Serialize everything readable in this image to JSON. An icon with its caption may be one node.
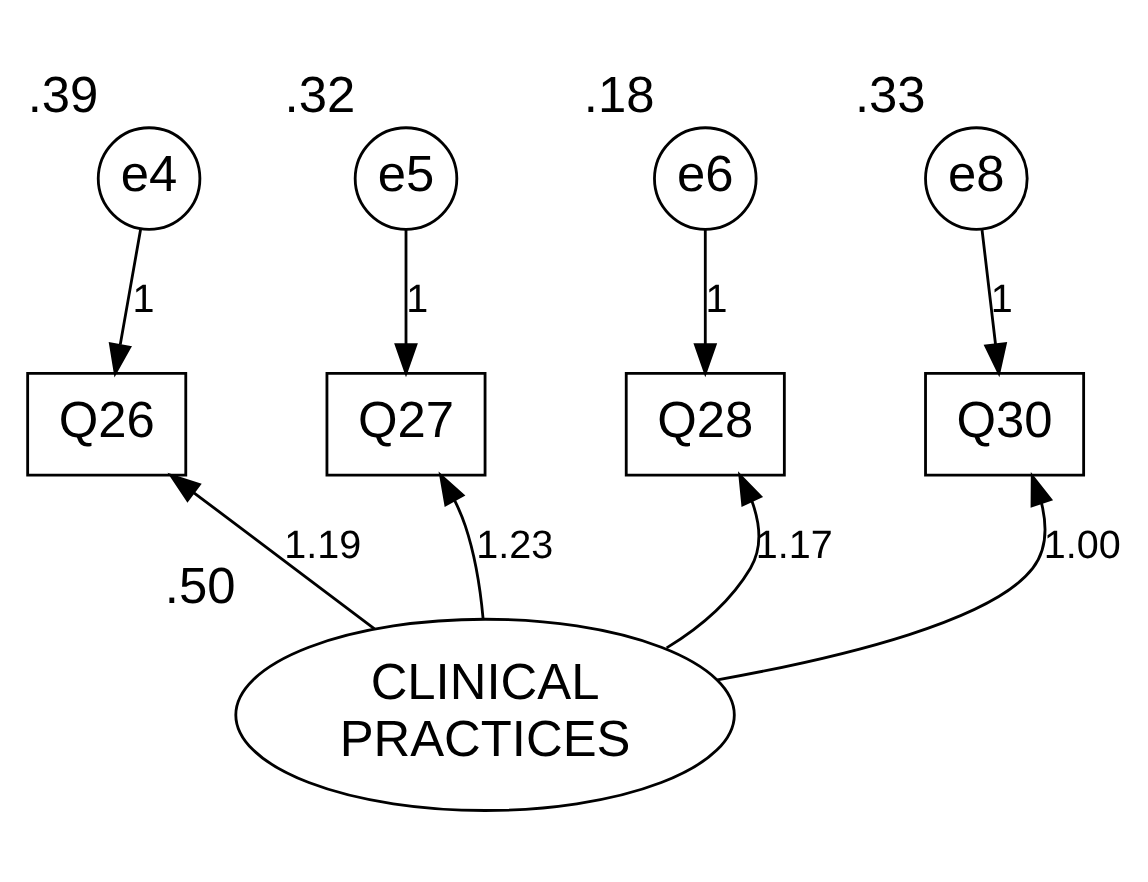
{
  "diagram": {
    "nodes": [
      {
        "text": [
          "e4"
        ],
        "beside": [
          ".39"
        ]
      },
      {
        "text": [
          "e5"
        ],
        "beside": [
          ".32"
        ]
      },
      {
        "text": [
          "e6"
        ],
        "beside": [
          ".18"
        ]
      },
      {
        "text": [
          "e8"
        ],
        "beside": [
          ".33"
        ]
      },
      {
        "text": [
          "Q26"
        ]
      },
      {
        "text": [
          "Q27"
        ]
      },
      {
        "text": [
          "Q28"
        ]
      },
      {
        "text": [
          "Q30"
        ]
      },
      {
        "text": [
          "CLINICAL PRACTICES"
        ],
        "beside": [
          ".50"
        ]
      }
    ],
    "edges": [
      {
        "from": 0,
        "to": 4,
        "arrow": "to",
        "label": "1"
      },
      {
        "from": 1,
        "to": 5,
        "arrow": "to",
        "label": "1"
      },
      {
        "from": 2,
        "to": 6,
        "arrow": "to",
        "label": "1"
      },
      {
        "from": 3,
        "to": 7,
        "arrow": "to",
        "label": "1"
      },
      {
        "from": 8,
        "to": 4,
        "arrow": "to",
        "label": "1.19"
      },
      {
        "from": 8,
        "to": 5,
        "arrow": "to",
        "label": "1.23"
      },
      {
        "from": 8,
        "to": 6,
        "arrow": "to",
        "label": "1.17"
      },
      {
        "from": 8,
        "to": 7,
        "arrow": "to",
        "label": "1.00"
      }
    ]
  }
}
